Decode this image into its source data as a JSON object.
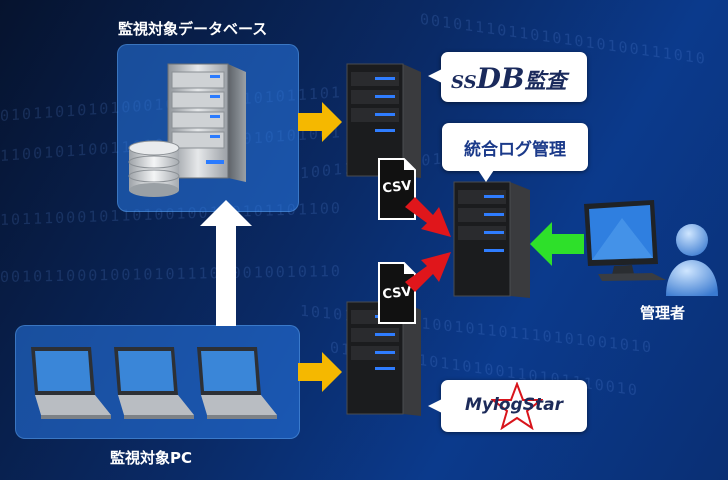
{
  "labels": {
    "monitored_db": "監視対象データベース",
    "monitored_pc": "監視対象PC",
    "integrated_log": "統合ログ管理",
    "administrator": "管理者"
  },
  "products": {
    "ssdb_prefix": "SS",
    "ssdb_db": "DB",
    "ssdb_suffix": "監査",
    "mylogstar": "MylogStar"
  },
  "files": {
    "csv_top": "CSV",
    "csv_bottom": "CSV"
  },
  "colors": {
    "yellow_arrow": "#f5b800",
    "red_arrow": "#e0161b",
    "green_arrow": "#2ee02a",
    "panel_blue": "#2f7fe0"
  }
}
